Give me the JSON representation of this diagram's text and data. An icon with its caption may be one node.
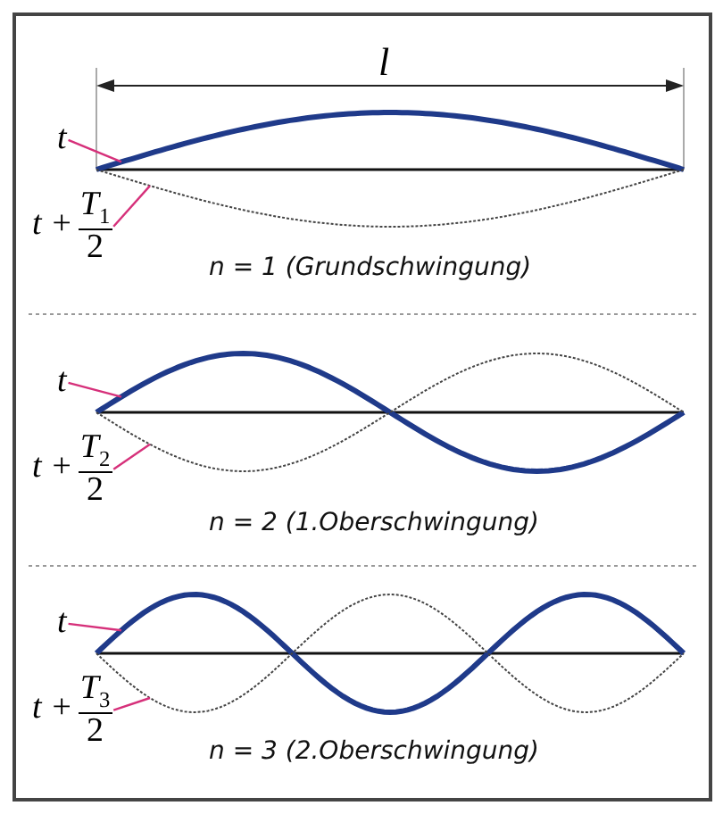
{
  "diagram": {
    "nodes": [
      {
        "text": [
          "t"
        ]
      },
      {
        "text": [
          "t +",
          "T$_{1}$",
          "2"
        ]
      },
      {
        "text": [],
        "shape": "curve"
      },
      {
        "text": [],
        "shape": "curve"
      },
      {
        "text": [
          "t"
        ]
      },
      {
        "text": [
          "t +",
          "T$_{2}$",
          "2"
        ]
      },
      {
        "text": [],
        "shape": "curve"
      },
      {
        "text": [],
        "shape": "curve"
      },
      {
        "text": [
          "t"
        ]
      },
      {
        "text": [
          "t +",
          "T$_{3}$",
          "2"
        ]
      },
      {
        "text": [],
        "shape": "curve"
      },
      {
        "text": [],
        "shape": "curve"
      }
    ],
    "edges": [
      {
        "from": 0,
        "to": 2,
        "arrow": "none"
      },
      {
        "from": 1,
        "to": 3,
        "arrow": "none"
      },
      {
        "from": 4,
        "to": 6,
        "arrow": "none"
      },
      {
        "from": 5,
        "to": 7,
        "arrow": "none"
      },
      {
        "from": 8,
        "to": 10,
        "arrow": "none"
      },
      {
        "from": 9,
        "to": 11,
        "arrow": "none"
      }
    ],
    "labels": [
      "l",
      "n = 1 (Grundschwingung)",
      "n = 2 (1.Oberschwingung)",
      "n = 3 (2.Oberschwingung)"
    ]
  }
}
